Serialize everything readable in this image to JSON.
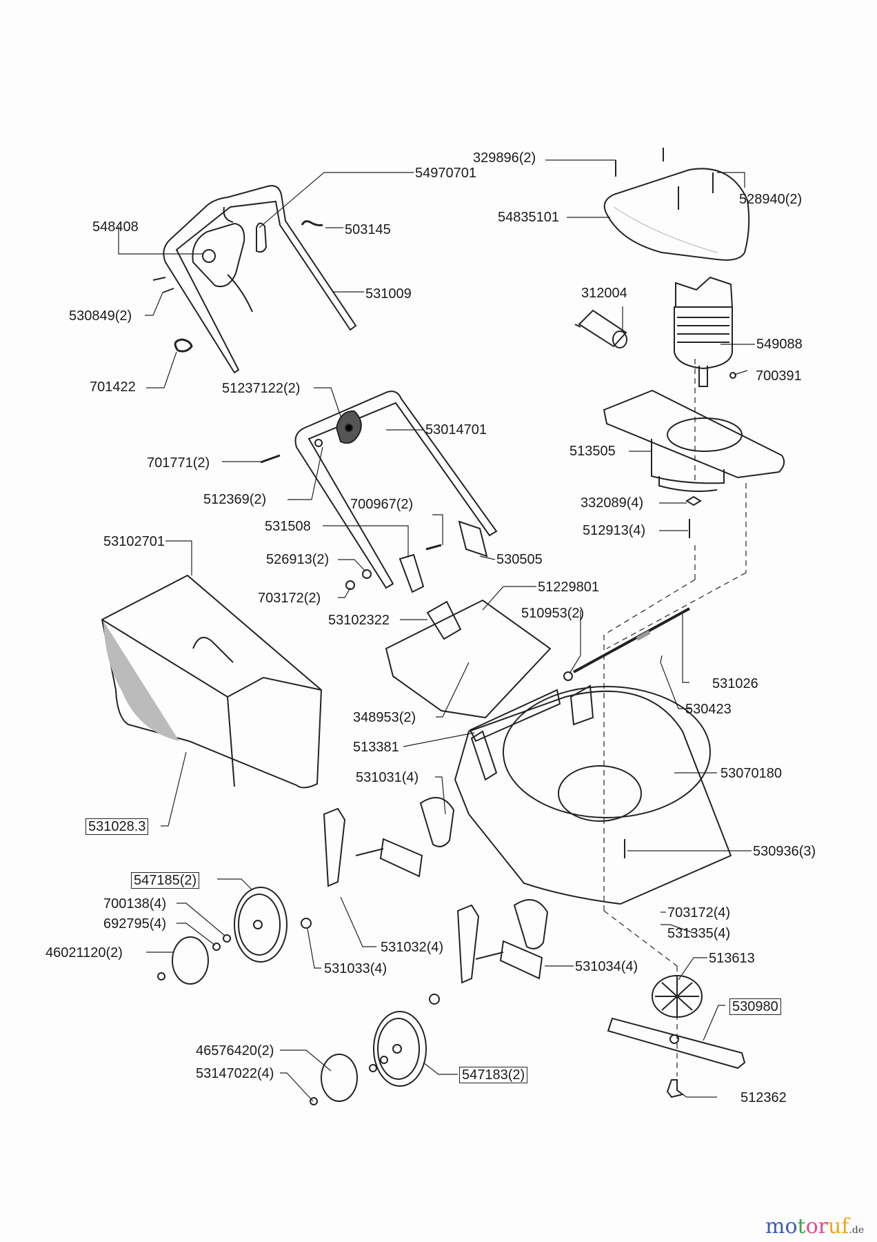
{
  "diagram": {
    "title": "Lawn mower exploded parts diagram",
    "labels": [
      {
        "id": "p329896",
        "text": "329896(2)"
      },
      {
        "id": "p54970701",
        "text": "54970701"
      },
      {
        "id": "p528940",
        "text": "528940(2)"
      },
      {
        "id": "p548408",
        "text": "548408"
      },
      {
        "id": "p503145",
        "text": "503145"
      },
      {
        "id": "p54835101",
        "text": "54835101"
      },
      {
        "id": "p531009",
        "text": "531009"
      },
      {
        "id": "p530849",
        "text": "530849(2)"
      },
      {
        "id": "p312004",
        "text": "312004"
      },
      {
        "id": "p549088",
        "text": "549088"
      },
      {
        "id": "p701422",
        "text": "701422"
      },
      {
        "id": "p51237122",
        "text": "51237122(2)"
      },
      {
        "id": "p700391",
        "text": "700391"
      },
      {
        "id": "p53014701",
        "text": "53014701"
      },
      {
        "id": "p701771",
        "text": "701771(2)"
      },
      {
        "id": "p513505",
        "text": "513505"
      },
      {
        "id": "p512369",
        "text": "512369(2)"
      },
      {
        "id": "p700967",
        "text": "700967(2)"
      },
      {
        "id": "p332089",
        "text": "332089(4)"
      },
      {
        "id": "p531508",
        "text": "531508"
      },
      {
        "id": "p512913",
        "text": "512913(4)"
      },
      {
        "id": "p53102701",
        "text": "53102701"
      },
      {
        "id": "p530505",
        "text": "530505"
      },
      {
        "id": "p526913",
        "text": "526913(2)"
      },
      {
        "id": "p703172a",
        "text": "703172(2)"
      },
      {
        "id": "p51229801",
        "text": "51229801"
      },
      {
        "id": "p53102322",
        "text": "53102322"
      },
      {
        "id": "p510953",
        "text": "510953(2)"
      },
      {
        "id": "p531026",
        "text": "531026"
      },
      {
        "id": "p530423",
        "text": "530423"
      },
      {
        "id": "p348953",
        "text": "348953(2)"
      },
      {
        "id": "p513381",
        "text": "513381"
      },
      {
        "id": "p53070180",
        "text": "53070180"
      },
      {
        "id": "p531031",
        "text": "531031(4)"
      },
      {
        "id": "p5310283",
        "text": "531028.3",
        "boxed": true
      },
      {
        "id": "p530936",
        "text": "530936(3)"
      },
      {
        "id": "p547185",
        "text": "547185(2)",
        "boxed": true
      },
      {
        "id": "p703172b",
        "text": "703172(4)"
      },
      {
        "id": "p700138",
        "text": "700138(4)"
      },
      {
        "id": "p531335",
        "text": "531335(4)"
      },
      {
        "id": "p692795",
        "text": "692795(4)"
      },
      {
        "id": "p531032",
        "text": "531032(4)"
      },
      {
        "id": "p46021120",
        "text": "46021120(2)"
      },
      {
        "id": "p513613",
        "text": "513613"
      },
      {
        "id": "p531033",
        "text": "531033(4)"
      },
      {
        "id": "p531034",
        "text": "531034(4)"
      },
      {
        "id": "p530980",
        "text": "530980",
        "boxed": true
      },
      {
        "id": "p46576420",
        "text": "46576420(2)"
      },
      {
        "id": "p53147022",
        "text": "53147022(4)"
      },
      {
        "id": "p547183",
        "text": "547183(2)",
        "boxed": true
      },
      {
        "id": "p512362",
        "text": "512362"
      }
    ]
  },
  "watermark": {
    "name": "motoruf",
    "tld": ".de",
    "letter_colors": [
      "#3b5bb5",
      "#3b5bb5",
      "#3aa648",
      "#e14b8a",
      "#e14b8a",
      "#f1a51c",
      "#f1a51c"
    ]
  }
}
